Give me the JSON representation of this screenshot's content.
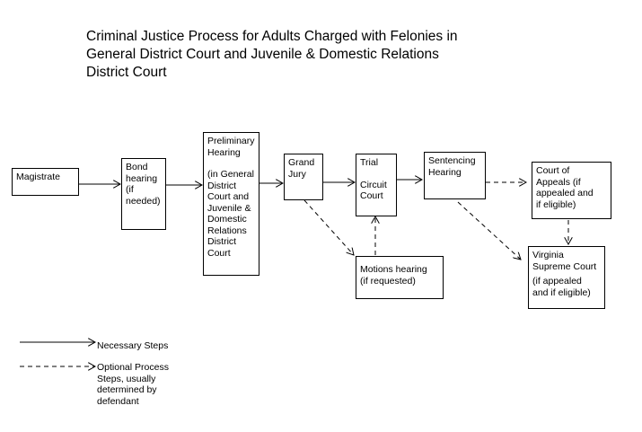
{
  "title": {
    "lines": [
      "Criminal Justice Process for Adults Charged with Felonies in",
      "General District Court and Juvenile & Domestic Relations",
      "District Court"
    ]
  },
  "nodes": {
    "magistrate": {
      "lines": [
        "Magistrate"
      ]
    },
    "bond_hearing": {
      "lines": [
        "Bond",
        "hearing",
        "(if",
        "needed)"
      ]
    },
    "preliminary_hearing": {
      "lines": [
        "Preliminary",
        "Hearing"
      ],
      "detail": [
        "(in General",
        "District",
        "Court and",
        "Juvenile &",
        "Domestic",
        "Relations",
        "District",
        "Court"
      ]
    },
    "grand_jury": {
      "lines": [
        "Grand",
        "Jury"
      ]
    },
    "trial": {
      "lines": [
        "Trial"
      ],
      "detail": [
        "Circuit",
        "Court"
      ]
    },
    "sentencing_hearing": {
      "lines": [
        "Sentencing",
        "Hearing"
      ]
    },
    "court_of_appeals": {
      "lines": [
        " Court of",
        "Appeals (if",
        " appealed and",
        " if eligible)"
      ]
    },
    "virginia_supreme_court": {
      "lines": [
        " Virginia",
        "Supreme Court"
      ],
      "detail": [
        "(if appealed",
        "and if eligible)"
      ]
    },
    "motions_hearing": {
      "lines": [
        "Motions hearing",
        "(if requested)"
      ]
    }
  },
  "legend": {
    "necessary": {
      "lines": [
        "Necessary Steps"
      ]
    },
    "optional": {
      "lines": [
        "Optional Process",
        "Steps, usually",
        "determined by",
        "defendant"
      ]
    }
  }
}
